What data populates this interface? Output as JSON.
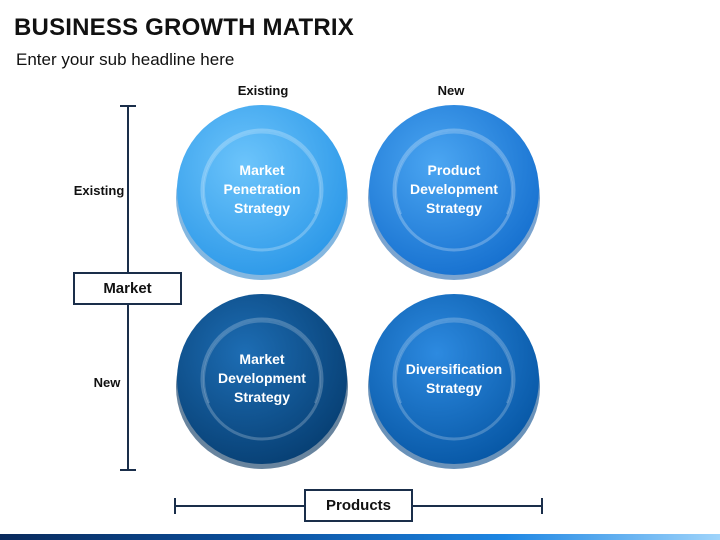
{
  "title": "BUSINESS GROWTH MATRIX",
  "subtitle": "Enter your sub headline here",
  "columns": {
    "existing": "Existing",
    "new": "New"
  },
  "rows": {
    "existing": "Existing",
    "new": "New"
  },
  "axis_labels": {
    "market": "Market",
    "products": "Products"
  },
  "quadrants": {
    "market_penetration": {
      "line1": "Market",
      "line2": "Penetration",
      "line3": "Strategy"
    },
    "product_development": {
      "line1": "Product",
      "line2": "Development",
      "line3": "Strategy"
    },
    "market_development": {
      "line1": "Market",
      "line2": "Development",
      "line3": "Strategy"
    },
    "diversification": {
      "line1": "Diversification",
      "line2": "Strategy"
    }
  },
  "colors": {
    "light_blue": "#3aa8f4",
    "mid_blue": "#1d86e3",
    "dark_blue": "#0b5291",
    "deep_blue": "#0b6fc3",
    "line": "#1a2e4a"
  }
}
